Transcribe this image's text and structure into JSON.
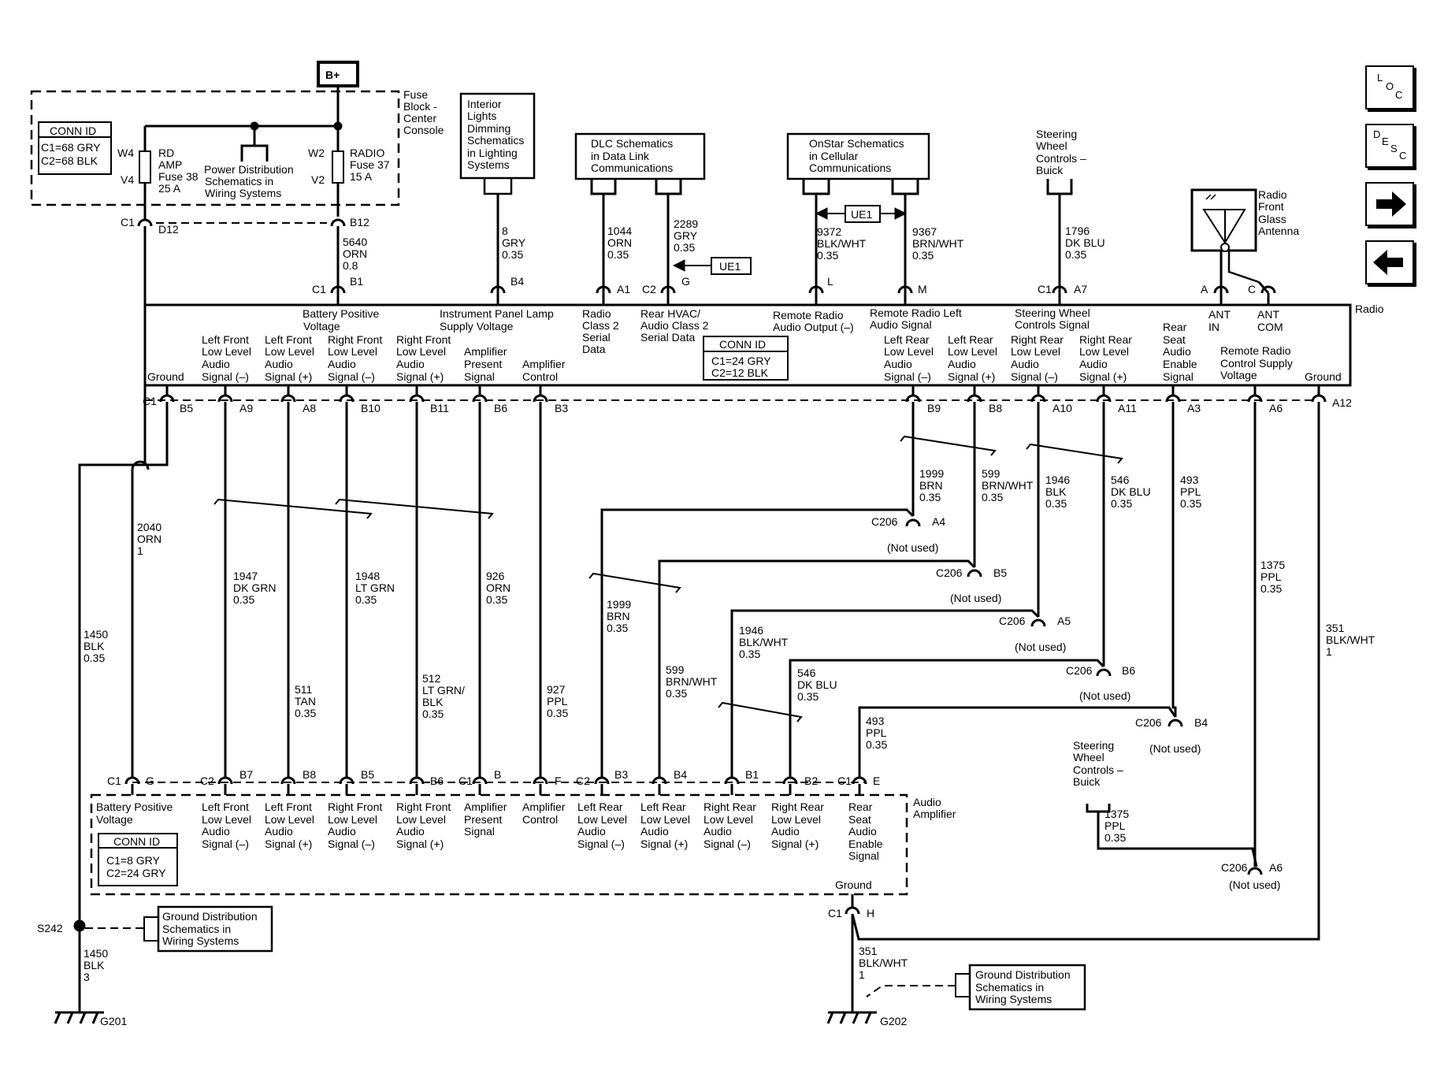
{
  "nav": {
    "loc": [
      "L",
      "O",
      "C"
    ],
    "desc": [
      "D",
      "E",
      "S",
      "C"
    ]
  },
  "bplus": "B+",
  "fuse_block": {
    "title": [
      "Fuse",
      "Block -",
      "Center",
      "Console"
    ],
    "conn_id": {
      "title": "CONN ID",
      "lines": [
        "C1=68 GRY",
        "C2=68 BLK"
      ]
    },
    "fuse_left": {
      "pins": [
        "W4",
        "V4"
      ],
      "label": [
        "RD",
        "AMP",
        "Fuse 38",
        "25 A"
      ]
    },
    "fuse_right": {
      "pins": [
        "W2",
        "V2"
      ],
      "label": [
        "RADIO",
        "Fuse 37",
        "15 A"
      ]
    },
    "power_dist": [
      "Power Distribution",
      "Schematics in",
      "Wiring  Systems"
    ]
  },
  "ref_boxes": {
    "interior": [
      "Interior",
      "Lights",
      "Dimming",
      "Schematics",
      "in Lighting",
      "Systems"
    ],
    "dlc": [
      "DLC Schematics",
      "in Data Link",
      "Communications"
    ],
    "onstar": [
      "OnStar Schematics",
      "in Cellular",
      "Communications"
    ],
    "steering_top": [
      "Steering",
      "Wheel",
      "Controls –",
      "Buick"
    ],
    "antenna": [
      "Radio",
      "Front",
      "Glass",
      "Antenna"
    ],
    "ue1": "UE1",
    "steering_bottom": [
      "Steering",
      "Wheel",
      "Controls –",
      "Buick"
    ],
    "ground_dist": [
      "Ground Distribution",
      "Schematics in",
      "Wiring Systems"
    ]
  },
  "radio": {
    "name": "Radio",
    "conn_id": {
      "title": "CONN ID",
      "lines": [
        "C1=24 GRY",
        "C2=12 BLK"
      ]
    },
    "top_labels": {
      "batt": [
        "Battery Positive",
        "Voltage"
      ],
      "ip": [
        "Instrument Panel Lamp",
        "Supply Voltage"
      ],
      "class2": [
        "Radio",
        "Class 2",
        "Serial",
        "Data"
      ],
      "hvac": [
        "Rear HVAC/",
        "Audio Class 2",
        "Serial Data"
      ],
      "remote_out": [
        "Remote Radio",
        "Audio Output (–)"
      ],
      "remote_left": [
        "Remote Radio Left",
        "Audio Signal"
      ],
      "steer": [
        "Steering Wheel",
        "Controls Signal"
      ],
      "ant_in": [
        "ANT",
        "IN"
      ],
      "ant_com": [
        "ANT",
        "COM"
      ]
    },
    "bottom_labels": {
      "ground_l": [
        "Ground"
      ],
      "lf_neg": [
        "Left Front",
        "Low Level",
        "Audio",
        "Signal (–)"
      ],
      "lf_pos": [
        "Left Front",
        "Low Level",
        "Audio",
        "Signal (+)"
      ],
      "rf_neg": [
        "Right Front",
        "Low Level",
        "Audio",
        "Signal (–)"
      ],
      "rf_pos": [
        "Right Front",
        "Low Level",
        "Audio",
        "Signal (+)"
      ],
      "amp_present": [
        "Amplifier",
        "Present",
        "Signal"
      ],
      "amp_control": [
        "Amplifier",
        "Control"
      ],
      "lr_neg": [
        "Left Rear",
        "Low Level",
        "Audio",
        "Signal (–)"
      ],
      "lr_pos": [
        "Left Rear",
        "Low Level",
        "Audio",
        "Signal (+)"
      ],
      "rr_neg": [
        "Right Rear",
        "Low Level",
        "Audio",
        "Signal (–)"
      ],
      "rr_pos": [
        "Right Rear",
        "Low Level",
        "Audio",
        "Signal (+)"
      ],
      "rear_seat": [
        "Rear",
        "Seat",
        "Audio",
        "Enable",
        "Signal"
      ],
      "remote_supply": [
        "Remote Radio",
        "Control Supply",
        "Voltage"
      ],
      "ground_r": [
        "Ground"
      ]
    },
    "top_pins": {
      "c1b1": "C1",
      "b1": "B1",
      "b4": "B4",
      "a1": "A1",
      "c2g": "C2",
      "g": "G",
      "l": "L",
      "m": "M",
      "c1a7": "C1",
      "a7": "A7",
      "a": "A",
      "c": "C"
    },
    "bottom_pins": {
      "c1": "C1",
      "b5": "B5",
      "a9": "A9",
      "a8": "A8",
      "b10": "B10",
      "b11": "B11",
      "b6": "B6",
      "b3": "B3",
      "b9": "B9",
      "b8": "B8",
      "a10": "A10",
      "a11": "A11",
      "a3": "A3",
      "a6": "A6",
      "a12": "A12"
    }
  },
  "amplifier": {
    "name": [
      "Audio",
      "Amplifier"
    ],
    "conn_id": {
      "title": "CONN ID",
      "lines": [
        "C1=8 GRY",
        "C2=24 GRY"
      ]
    },
    "labels": {
      "batt": [
        "Battery Positive",
        "Voltage"
      ],
      "lf_neg": [
        "Left Front",
        "Low Level",
        "Audio",
        "Signal (–)"
      ],
      "lf_pos": [
        "Left Front",
        "Low Level",
        "Audio",
        "Signal (+)"
      ],
      "rf_neg": [
        "Right Front",
        "Low Level",
        "Audio",
        "Signal (–)"
      ],
      "rf_pos": [
        "Right Front",
        "Low Level",
        "Audio",
        "Signal (+)"
      ],
      "amp_present": [
        "Amplifier",
        "Present",
        "Signal"
      ],
      "amp_control": [
        "Amplifier",
        "Control"
      ],
      "lr_neg": [
        "Left Rear",
        "Low Level",
        "Audio",
        "Signal (–)"
      ],
      "lr_pos": [
        "Left Rear",
        "Low Level",
        "Audio",
        "Signal (+)"
      ],
      "rr_neg": [
        "Right Rear",
        "Low Level",
        "Audio",
        "Signal (–)"
      ],
      "rr_pos": [
        "Right Rear",
        "Low Level",
        "Audio",
        "Signal (+)"
      ],
      "rear_seat": [
        "Rear",
        "Seat",
        "Audio",
        "Enable",
        "Signal"
      ],
      "ground": [
        "Ground"
      ]
    },
    "pins": {
      "c1g": "C1",
      "g": "G",
      "c2b7": "C2",
      "b7": "B7",
      "b8": "B8",
      "b5": "B5",
      "b6": "B6",
      "c1b": "C1",
      "b": "B",
      "f": "F",
      "c2b3": "C2",
      "b3": "B3",
      "b4": "B4",
      "b1": "B1",
      "b2": "B2",
      "c1e": "C1",
      "e": "E",
      "c1h": "C1",
      "h": "H"
    }
  },
  "fuse_pins": {
    "c1": "C1",
    "d12": "D12",
    "b12": "B12"
  },
  "wires": {
    "w5640": [
      "5640",
      "ORN",
      "0.8"
    ],
    "w8": [
      "8",
      "GRY",
      "0.35"
    ],
    "w1044": [
      "1044",
      "ORN",
      "0.35"
    ],
    "w2289": [
      "2289",
      "GRY",
      "0.35"
    ],
    "w9372": [
      "9372",
      "BLK/WHT",
      "0.35"
    ],
    "w9367": [
      "9367",
      "BRN/WHT",
      "0.35"
    ],
    "w1796": [
      "1796",
      "DK BLU",
      "0.35"
    ],
    "w2040": [
      "2040",
      "ORN",
      "1"
    ],
    "w1450a": [
      "1450",
      "BLK",
      "0.35"
    ],
    "w1450b": [
      "1450",
      "BLK",
      "3"
    ],
    "w1947": [
      "1947",
      "DK GRN",
      "0.35"
    ],
    "w511": [
      "511",
      "TAN",
      "0.35"
    ],
    "w1948": [
      "1948",
      "LT GRN",
      "0.35"
    ],
    "w512": [
      "512",
      "LT GRN/",
      "BLK",
      "0.35"
    ],
    "w926": [
      "926",
      "ORN",
      "0.35"
    ],
    "w927": [
      "927",
      "PPL",
      "0.35"
    ],
    "w1999a": [
      "1999",
      "BRN",
      "0.35"
    ],
    "w599a": [
      "599",
      "BRN/WHT",
      "0.35"
    ],
    "w1946a": [
      "1946",
      "BLK",
      "0.35"
    ],
    "w546a": [
      "546",
      "DK BLU",
      "0.35"
    ],
    "w493a": [
      "493",
      "PPL",
      "0.35"
    ],
    "w1375a": [
      "1375",
      "PPL",
      "0.35"
    ],
    "w351a": [
      "351",
      "BLK/WHT",
      "1"
    ],
    "w1999b": [
      "1999",
      "BRN",
      "0.35"
    ],
    "w599b": [
      "599",
      "BRN/WHT",
      "0.35"
    ],
    "w1946b": [
      "1946",
      "BLK/WHT",
      "0.35"
    ],
    "w546b": [
      "546",
      "DK BLU",
      "0.35"
    ],
    "w493b": [
      "493",
      "PPL",
      "0.35"
    ],
    "w1375b": [
      "1375",
      "PPL",
      "0.35"
    ],
    "w351b": [
      "351",
      "BLK/WHT",
      "1"
    ]
  },
  "c206": {
    "a4": [
      "C206",
      "A4"
    ],
    "b5": [
      "C206",
      "B5"
    ],
    "a5": [
      "C206",
      "A5"
    ],
    "b6": [
      "C206",
      "B6"
    ],
    "b4": [
      "C206",
      "B4"
    ],
    "a6": [
      "C206",
      "A6"
    ],
    "not_used": "(Not used)"
  },
  "splice": "S242",
  "grounds": {
    "g201": "G201",
    "g202": "G202"
  }
}
